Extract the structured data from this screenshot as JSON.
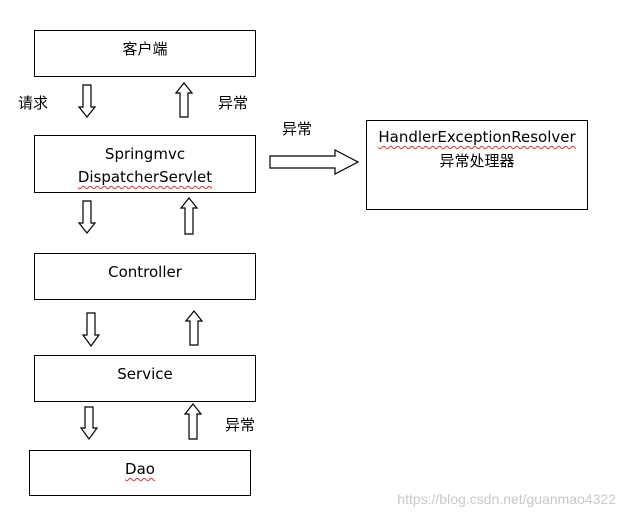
{
  "nodes": {
    "client": {
      "label": "客户端"
    },
    "dispatcher": {
      "line1": "Springmvc",
      "line2": "DispatcherServlet"
    },
    "controller": {
      "label": "Controller"
    },
    "service": {
      "label": "Service"
    },
    "dao": {
      "label": "Dao"
    },
    "resolver": {
      "line1": "HandlerExceptionResolver",
      "line2": "异常处理器"
    }
  },
  "edge_labels": {
    "request": "请求",
    "exception_client": "异常",
    "exception_resolver": "异常",
    "exception_dao": "异常"
  },
  "watermark": "https://blog.csdn.net/guanmao4322"
}
